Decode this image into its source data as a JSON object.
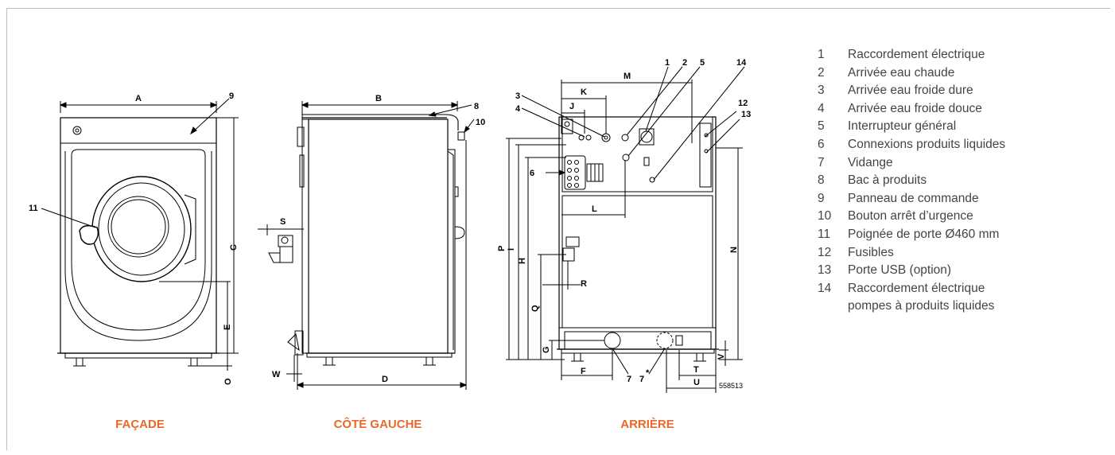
{
  "views": {
    "front": "FAÇADE",
    "left_side": "CÔTÉ GAUCHE",
    "rear": "ARRIÈRE"
  },
  "colors": {
    "title": "#e8692a",
    "legend_text": "#444444",
    "frame": "#bdbdbd"
  },
  "drawing_number": "558513",
  "callouts": [
    "1",
    "2",
    "3",
    "4",
    "5",
    "6",
    "7",
    "7*",
    "8",
    "9",
    "10",
    "11",
    "12",
    "13",
    "14"
  ],
  "dimensions": [
    "A",
    "B",
    "C",
    "D",
    "E",
    "F",
    "G",
    "H",
    "I",
    "J",
    "K",
    "L",
    "M",
    "N",
    "P",
    "Q",
    "R",
    "S",
    "T",
    "U",
    "V",
    "W",
    "O"
  ],
  "legend": [
    {
      "num": "1",
      "text": "Raccordement électrique"
    },
    {
      "num": "2",
      "text": "Arrivée eau chaude"
    },
    {
      "num": "3",
      "text": "Arrivée eau froide dure"
    },
    {
      "num": "4",
      "text": "Arrivée eau froide douce"
    },
    {
      "num": "5",
      "text": "Interrupteur général"
    },
    {
      "num": "6",
      "text": "Connexions produits liquides"
    },
    {
      "num": "7",
      "text": "Vidange"
    },
    {
      "num": "8",
      "text": "Bac à produits"
    },
    {
      "num": "9",
      "text": "Panneau de commande"
    },
    {
      "num": "10",
      "text": "Bouton arrêt d’urgence"
    },
    {
      "num": "11",
      "text": "Poignée de porte Ø460 mm"
    },
    {
      "num": "12",
      "text": "Fusibles"
    },
    {
      "num": "13",
      "text": "Porte USB (option)"
    },
    {
      "num": "14",
      "text": "Raccordement électrique\npompes à produits liquides"
    }
  ]
}
